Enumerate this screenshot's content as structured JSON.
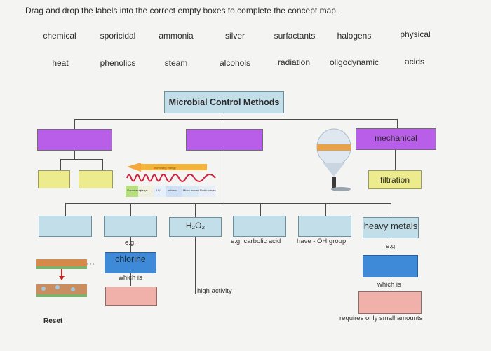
{
  "instruction": "Drag and drop the labels into the correct empty boxes to complete the concept map.",
  "labels_row1": [
    "chemical",
    "sporicidal",
    "ammonia",
    "silver",
    "surfactants",
    "halogens",
    "physical"
  ],
  "labels_row2": [
    "heat",
    "phenolics",
    "steam",
    "alcohols",
    "radiation",
    "oligodynamic",
    "acids"
  ],
  "map": {
    "title": "Microbial Control Methods",
    "mechanical": "mechanical",
    "filtration": "filtration",
    "h2o2": "H₂O₂",
    "heavy_metals": "heavy metals",
    "chlorine": "chlorine",
    "eg_1": "e.g.",
    "eg_2": "e.g.",
    "eg_carbolic": "e.g. carbolic acid",
    "have_oh": "have - OH group",
    "which_is_1": "which is",
    "which_is_2": "which is",
    "high_activity": "high activity",
    "requires_small": "requires only small amounts"
  },
  "spectrum": {
    "arrow_label": "Increasing energy",
    "bands": [
      "Gamma rays",
      "X-rays",
      "UV",
      "Infrared",
      "Micro waves",
      "Radio waves"
    ]
  },
  "reset_label": "Reset"
}
